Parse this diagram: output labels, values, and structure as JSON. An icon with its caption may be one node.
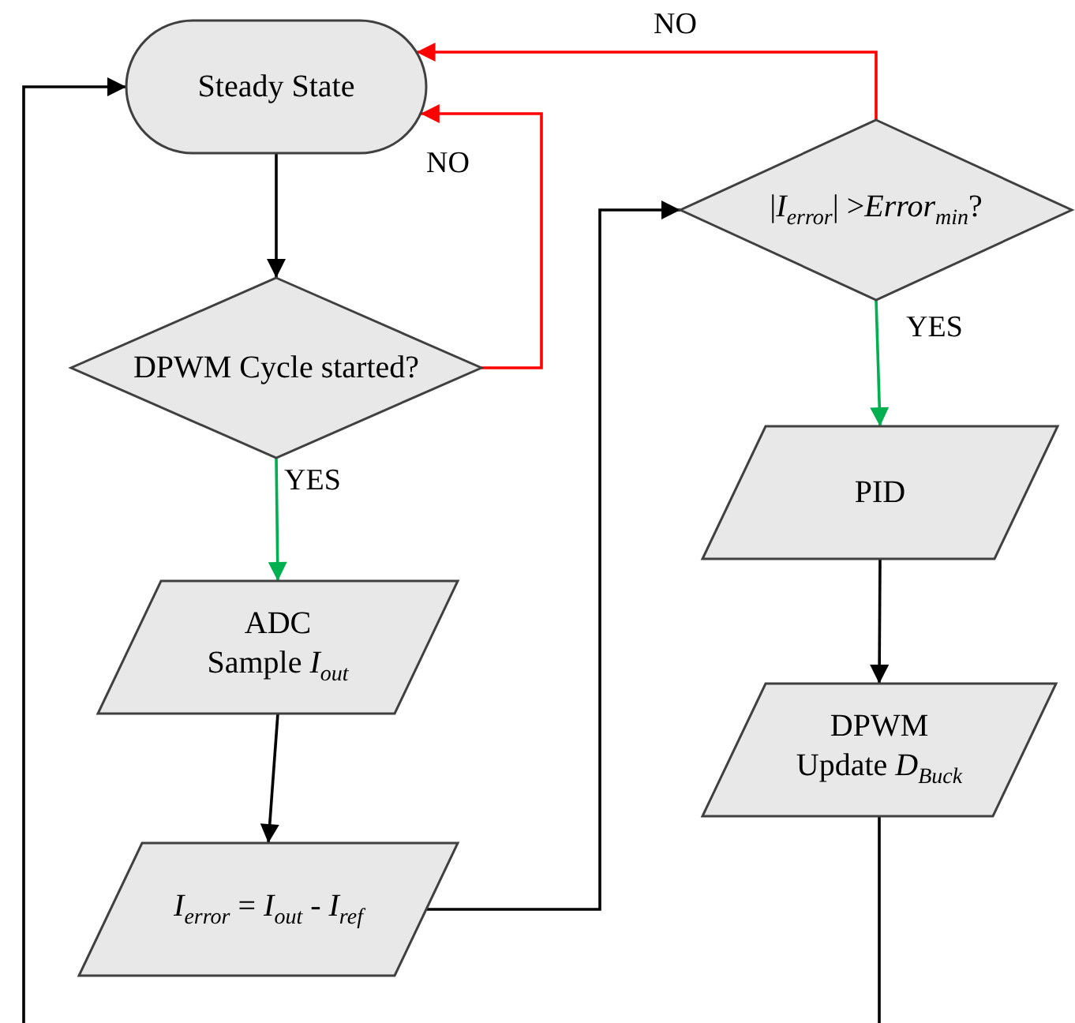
{
  "diagram": {
    "nodes": [
      {
        "text": [
          "Steady State"
        ]
      },
      {
        "text": [
          "DPWM Cycle started?"
        ]
      },
      {
        "text": [
          "ADC",
          "Sample *I*$_{out}$"
        ]
      },
      {
        "text": [
          "*I*$_{error}$ = *I*$_{out}$ - *I*$_{ref}$"
        ]
      },
      {
        "text": [
          "|*I*$_{error}$| >*Error*$_{min}$?"
        ]
      },
      {
        "text": [
          "PID"
        ]
      },
      {
        "text": [
          "DPWM",
          "Update *D*$_{Buck}$"
        ]
      }
    ],
    "edges": [
      {
        "from": 0,
        "to": 1,
        "arrow": "to"
      },
      {
        "from": 1,
        "to": 2,
        "arrow": "to",
        "label": "YES",
        "color": "#00b050"
      },
      {
        "from": 2,
        "to": 3,
        "arrow": "to"
      },
      {
        "from": 3,
        "to": 4,
        "arrow": "to"
      },
      {
        "from": 4,
        "to": 0,
        "arrow": "to",
        "label": "NO",
        "color": "#ff0000"
      },
      {
        "from": 1,
        "to": 0,
        "arrow": "to",
        "label": "NO",
        "color": "#ff0000"
      },
      {
        "from": 4,
        "to": 5,
        "arrow": "to",
        "label": "YES",
        "color": "#00b050"
      },
      {
        "from": 5,
        "to": 6,
        "arrow": "to"
      },
      {
        "from": 6,
        "to": 0,
        "arrow": "to"
      }
    ]
  }
}
